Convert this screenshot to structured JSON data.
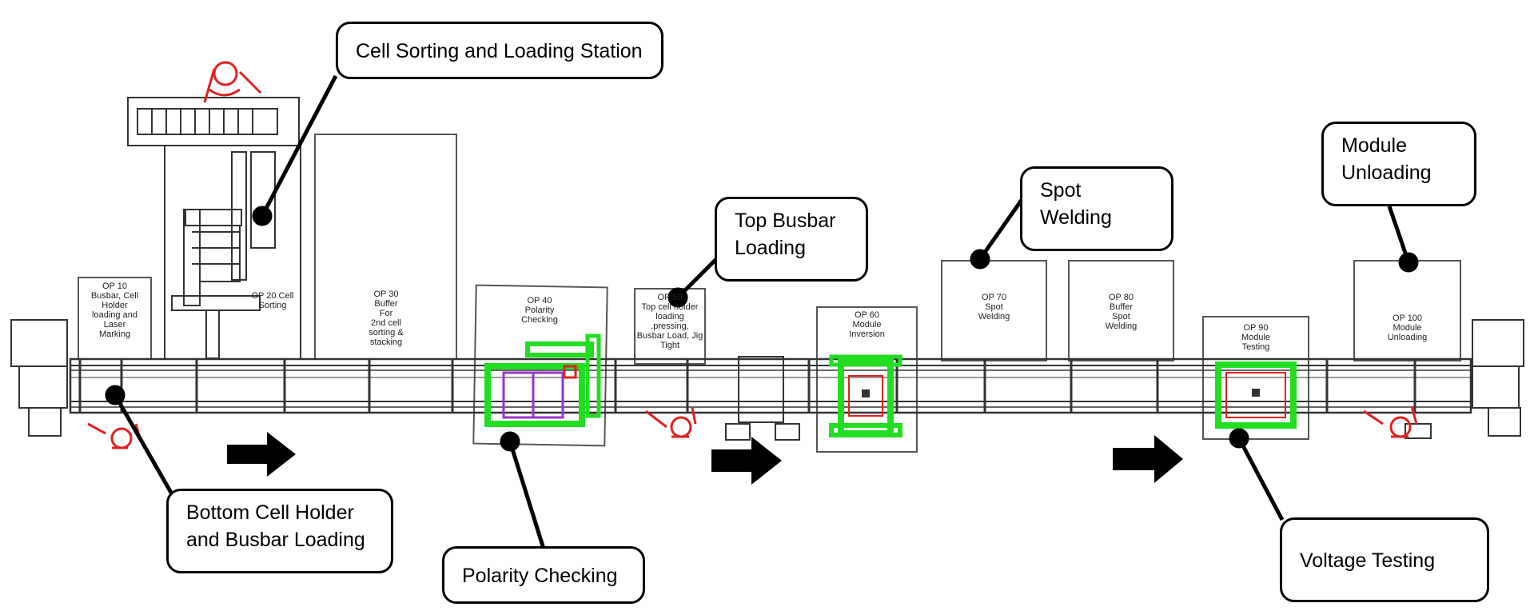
{
  "callouts": {
    "cell_sorting": "Cell Sorting and Loading Station",
    "top_busbar": [
      "Top Busbar",
      "Loading"
    ],
    "spot_welding": [
      "Spot",
      "Welding"
    ],
    "module_unloading": [
      "Module",
      "Unloading"
    ],
    "bottom_cell_holder": [
      "Bottom Cell Holder",
      "and Busbar Loading"
    ],
    "polarity_checking": "Polarity Checking",
    "voltage_testing": "Voltage Testing"
  },
  "stations": {
    "op10": [
      "OP 10",
      "Busbar, Cell",
      "Holder",
      "loading and",
      "Laser",
      "Marking"
    ],
    "op20": [
      "OP 20 Cell",
      "Sorting"
    ],
    "op30": [
      "OP 30",
      "Buffer",
      "For",
      "2nd cell",
      "sorting &",
      "stacking"
    ],
    "op40": [
      "OP 40",
      "Polarity",
      "Checking"
    ],
    "op50": [
      "OP 50",
      "Top cell holder",
      "loading",
      ",pressing,",
      "Busbar Load, Jig",
      "Tight"
    ],
    "op60": [
      "OP 60",
      "Module",
      "Inversion"
    ],
    "op70": [
      "OP 70",
      "Spot",
      "Welding"
    ],
    "op80": [
      "OP 80",
      "Buffer",
      "Spot",
      "Welding"
    ],
    "op90": [
      "OP 90",
      "Module",
      "Testing"
    ],
    "op100": [
      "OP 100",
      "Module",
      "Unloading"
    ]
  },
  "colors": {
    "line": "#000000",
    "highlight": "#22dd22",
    "operator": "#e02020",
    "fixture": "#9933cc",
    "conveyor": "#333333"
  },
  "icons": {
    "flow_arrow": "right-arrow-icon",
    "operator": "operator-figure-icon"
  }
}
